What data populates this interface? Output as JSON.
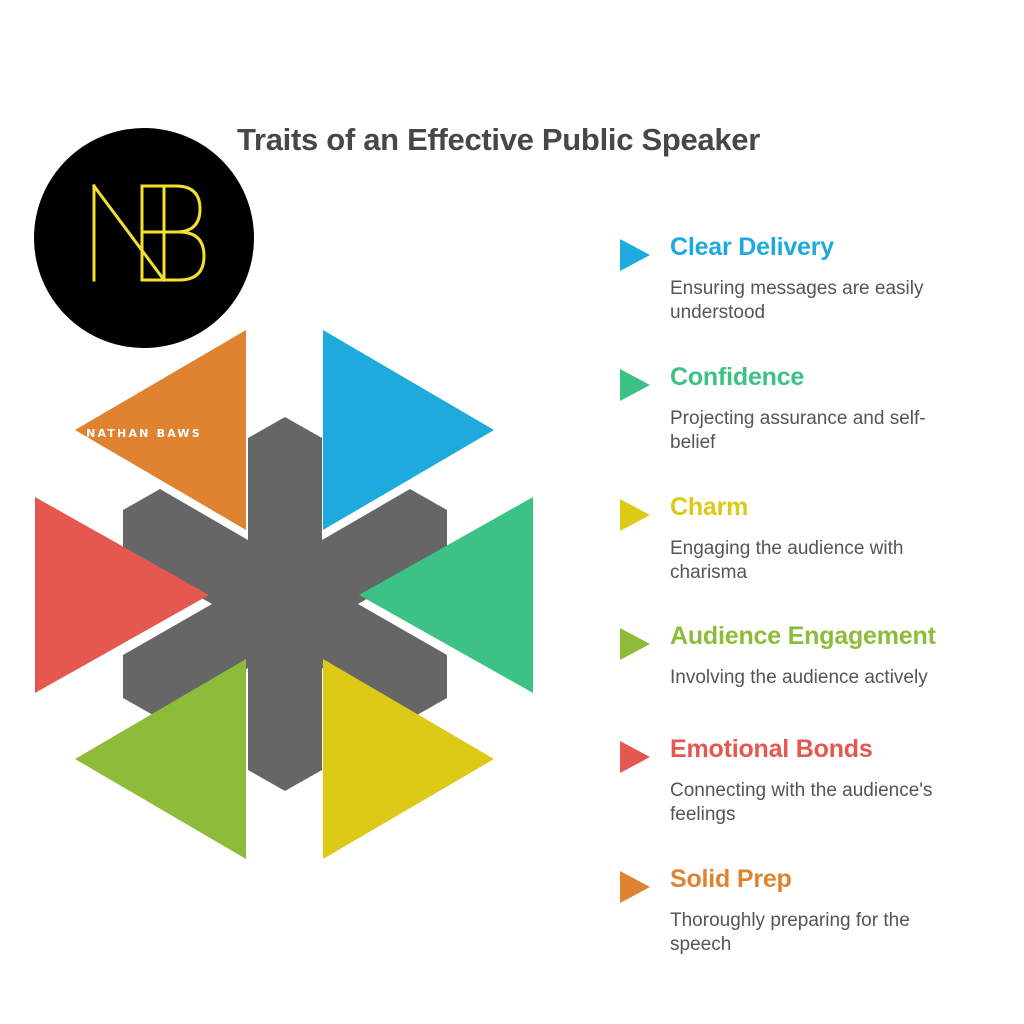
{
  "title": "Traits of an Effective Public Speaker",
  "logo": {
    "monogram": "NB",
    "name": "NATHAN BAWS",
    "background": "#000000",
    "monogram_color": "#f2e030",
    "text_color": "#ffffff"
  },
  "colors": {
    "hub": "#666666",
    "blue": "#1eaadd",
    "green": "#3cc285",
    "yellow": "#ddca17",
    "lime": "#8ebc3a",
    "red": "#e4584f",
    "orange": "#df8330"
  },
  "traits": [
    {
      "name": "Clear Delivery",
      "description": "Ensuring messages are easily understood",
      "color": "#1eaadd"
    },
    {
      "name": "Confidence",
      "description": "Projecting assurance and self-belief",
      "color": "#3cc285"
    },
    {
      "name": "Charm",
      "description": "Engaging the audience with charisma",
      "color": "#ddca17"
    },
    {
      "name": "Audience Engagement",
      "description": "Involving the audience actively",
      "color": "#8ebc3a"
    },
    {
      "name": "Emotional Bonds",
      "description": "Connecting with the audience's feelings",
      "color": "#e4584f"
    },
    {
      "name": "Solid Prep",
      "description": "Thoroughly preparing for the speech",
      "color": "#df8330"
    }
  ]
}
